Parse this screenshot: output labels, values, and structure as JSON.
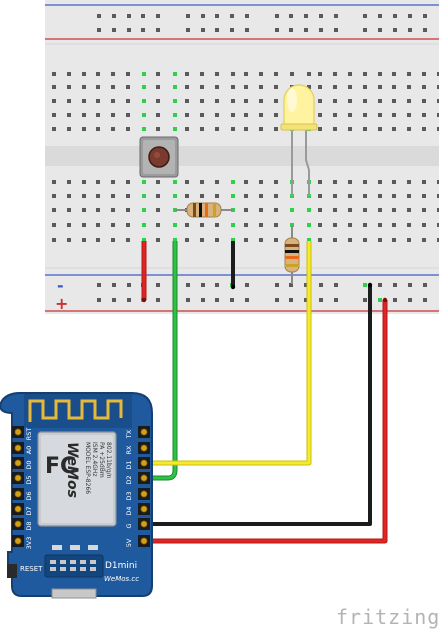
{
  "power_rail_signs": {
    "minus": "-",
    "plus": "+"
  },
  "board": {
    "left_pins": [
      "RST",
      "A0",
      "D0",
      "D5",
      "D6",
      "D7",
      "D8",
      "3V3"
    ],
    "right_pins": [
      "TX",
      "RX",
      "D1",
      "D2",
      "D3",
      "D4",
      "G",
      "5V"
    ],
    "module_lines": [
      "MODEL ESP-8266",
      "ISM 2.4GHz",
      "PA +25dBm",
      "802.11b/g/n"
    ],
    "wemos_logo": "WeMos",
    "fcc_mark": "FC",
    "reset_label": "RESET",
    "model_label": "D1mini",
    "site_label": "WeMos.cc"
  },
  "wires": [
    {
      "name": "green-wire",
      "color": "#21b33a",
      "from": "button",
      "to": "D2"
    },
    {
      "name": "yellow-wire",
      "color": "#f1e41c",
      "from": "led",
      "to": "D1"
    },
    {
      "name": "black-wire",
      "color": "#1c1c1c",
      "from": "power-rail-minus",
      "to": "G"
    },
    {
      "name": "red-wire",
      "color": "#d31f1f",
      "from": "power-rail-plus",
      "to": "5V"
    }
  ],
  "colors": {
    "breadboard": "#e8e8e8",
    "pcb": "#1f5a9e",
    "led": "#fff3a0",
    "active_hole": "#2bd24a"
  },
  "watermark": "fritzing"
}
